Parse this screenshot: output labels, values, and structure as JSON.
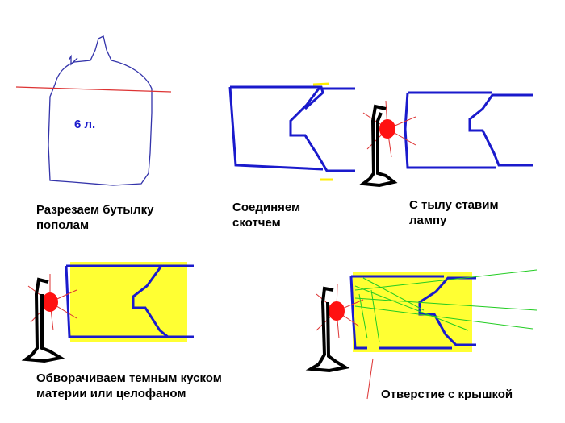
{
  "bottle_label": "6 л.",
  "steps": [
    {
      "line1": "Разрезаем бутылку",
      "line2": "пополам"
    },
    {
      "line1": "Соединяем",
      "line2": "скотчем"
    },
    {
      "line1": "С тылу ставим",
      "line2": "лампу"
    },
    {
      "line1": "Обворачиваем темным куском",
      "line2": "материи или целофаном"
    },
    {
      "line1": "Отверстие с крышкой",
      "line2": ""
    }
  ],
  "colors": {
    "bottle": "#1a1acc",
    "tape": "#ffff33",
    "lamp": "#ff0000",
    "rays": "#22cc22",
    "stand": "#000000"
  }
}
